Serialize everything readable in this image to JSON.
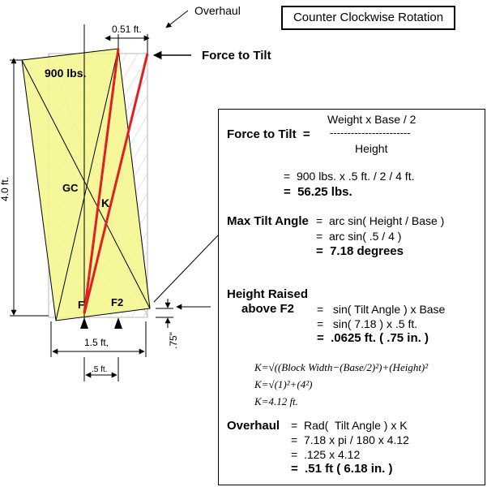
{
  "header": {
    "title": "Counter Clockwise Rotation",
    "overhaul_label": "Overhaul",
    "force_to_tilt_label": "Force to Tilt"
  },
  "diagram": {
    "top_offset": "0.51 ft.",
    "weight": "900 lbs.",
    "height": "4.0 ft.",
    "gc": "GC",
    "k": "K",
    "f": "F",
    "f2": "F2",
    "base": "1.5 ft,",
    "half_base": ".5 ft.",
    "rise": ".75\""
  },
  "formulas": {
    "force_to_tilt": {
      "heading": "Force to Tilt  =",
      "numerator": "Weight x Base / 2",
      "divider": "-----------------------",
      "denominator": "Height",
      "step1": "=  900 lbs. x .5 ft. / 2 / 4 ft.",
      "result": "=  56.25 lbs."
    },
    "max_tilt_angle": {
      "heading": "Max Tilt Angle",
      "line1": "=  arc sin( Height / Base )",
      "line2": "=  arc sin( .5 / 4 )",
      "result": "=  7.18 degrees"
    },
    "height_raised": {
      "heading1": "Height Raised",
      "heading2": "above F2",
      "line1": "=   sin( Tilt Angle ) x Base",
      "line2": "=   sin( 7.18 ) x .5 ft.",
      "result": "=  .0625 ft. ( .75 in. )"
    },
    "k_calc": {
      "line1": "K=√((Block Width−(Base/2)²)+(Height)²",
      "line2": "K=√(1)²+(4²)",
      "line3": "K=4.12 ft."
    },
    "overhaul": {
      "heading": "Overhaul",
      "line1": "=  Rad(  Tilt Angle ) x K",
      "line2": "=  7.18 x pi / 180 x 4.12",
      "line3": "=  .125 x 4.12",
      "result": "=  .51 ft ( 6.18 in. )"
    }
  },
  "colors": {
    "block_fill": "#f5f58a",
    "red_line": "#e02020",
    "hatch": "#c8c8c8"
  }
}
